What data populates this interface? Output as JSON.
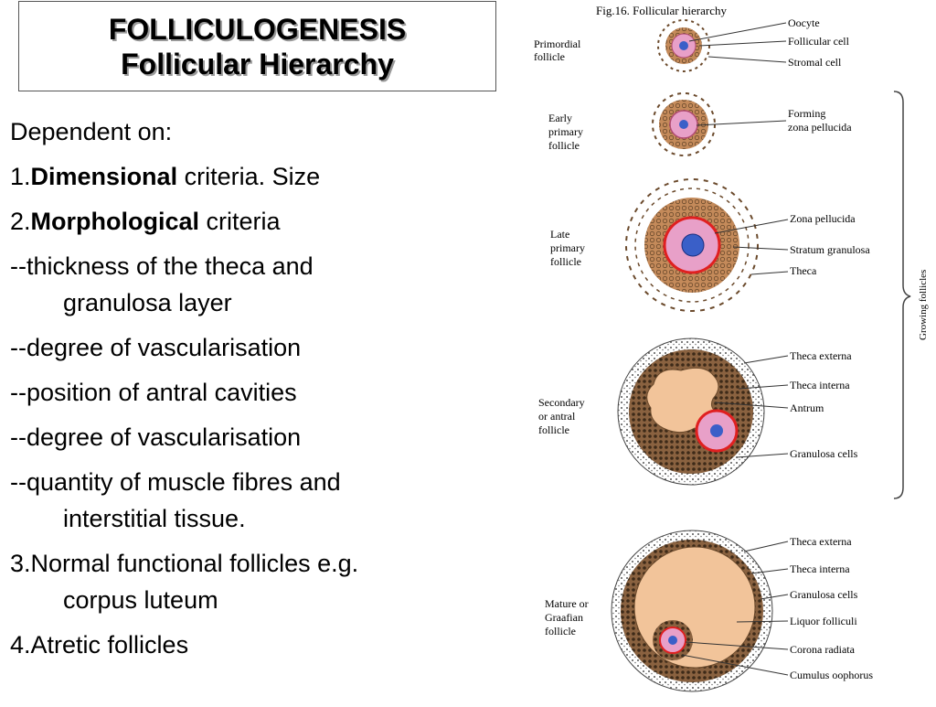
{
  "title": {
    "line1": "FOLLICULOGENESIS",
    "line2": "Follicular Hierarchy"
  },
  "body": {
    "intro": "Dependent on:",
    "item1_prefix": "1.",
    "item1_bold": "Dimensional",
    "item1_rest": " criteria. Size",
    "item2_prefix": "2.",
    "item2_bold": "Morphological",
    "item2_rest": " criteria",
    "sub1_a": "--thickness of the theca and",
    "sub1_b": "granulosa layer",
    "sub2": "--degree of vascularisation",
    "sub3": "--position of antral cavities",
    "sub4": "--degree of vascularisation",
    "sub5_a": "--quantity of muscle fibres and",
    "sub5_b": "interstitial tissue.",
    "item3_a": "3.Normal functional follicles e.g.",
    "item3_b": "corpus luteum",
    "item4": "4.Atretic follicles"
  },
  "figure": {
    "caption": "Fig.16. Follicular hierarchy",
    "bracket_label": "Growing follicles",
    "stages": [
      {
        "name_lines": [
          "Primordial",
          "follicle"
        ],
        "labels": [
          "Oocyte",
          "Follicular cell",
          "Stromal cell"
        ]
      },
      {
        "name_lines": [
          "Early",
          "primary",
          "follicle"
        ],
        "labels": [
          "Forming",
          "zona pellucida"
        ]
      },
      {
        "name_lines": [
          "Late",
          "primary",
          "follicle"
        ],
        "labels": [
          "Zona pellucida",
          "Stratum granulosa",
          "Theca"
        ]
      },
      {
        "name_lines": [
          "Secondary",
          "or antral",
          "follicle"
        ],
        "labels": [
          "Theca externa",
          "Theca interna",
          "Antrum",
          "Granulosa cells"
        ]
      },
      {
        "name_lines": [
          "Mature or",
          "Graafian",
          "follicle"
        ],
        "labels": [
          "Theca externa",
          "Theca interna",
          "Granulosa cells",
          "Liquor folliculi",
          "Corona radiata",
          "Cumulus oophorus"
        ]
      }
    ]
  },
  "colors": {
    "granulosa": "#c48a5a",
    "zona": "#e8a0c8",
    "nucleus": "#3a5fc8",
    "antrum": "#f2c49a",
    "theca_dark": "#6b4a2c",
    "label_line": "#333333"
  }
}
